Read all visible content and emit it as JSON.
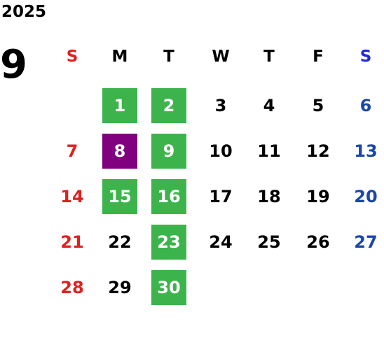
{
  "header": {
    "year": "2025",
    "month": "9"
  },
  "colors": {
    "text": "#000000",
    "sunday": "#e02020",
    "saturday": "#1a47a8",
    "saturday_header": "#1f2bd6",
    "highlight_green": "#3cb44b",
    "highlight_purple": "#800080",
    "highlight_text": "#ffffff"
  },
  "weekdays": [
    {
      "label": "S",
      "kind": "sunday"
    },
    {
      "label": "M",
      "kind": "weekday"
    },
    {
      "label": "T",
      "kind": "weekday"
    },
    {
      "label": "W",
      "kind": "weekday"
    },
    {
      "label": "T",
      "kind": "weekday"
    },
    {
      "label": "F",
      "kind": "weekday"
    },
    {
      "label": "S",
      "kind": "saturday"
    }
  ],
  "first_weekday_index": 1,
  "days": [
    {
      "day": "1",
      "highlight": "green"
    },
    {
      "day": "2",
      "highlight": "green"
    },
    {
      "day": "3",
      "highlight": null
    },
    {
      "day": "4",
      "highlight": null
    },
    {
      "day": "5",
      "highlight": null
    },
    {
      "day": "6",
      "highlight": null
    },
    {
      "day": "7",
      "highlight": null
    },
    {
      "day": "8",
      "highlight": "purple"
    },
    {
      "day": "9",
      "highlight": "green"
    },
    {
      "day": "10",
      "highlight": null
    },
    {
      "day": "11",
      "highlight": null
    },
    {
      "day": "12",
      "highlight": null
    },
    {
      "day": "13",
      "highlight": null
    },
    {
      "day": "14",
      "highlight": null
    },
    {
      "day": "15",
      "highlight": "green"
    },
    {
      "day": "16",
      "highlight": "green"
    },
    {
      "day": "17",
      "highlight": null
    },
    {
      "day": "18",
      "highlight": null
    },
    {
      "day": "19",
      "highlight": null
    },
    {
      "day": "20",
      "highlight": null
    },
    {
      "day": "21",
      "highlight": null
    },
    {
      "day": "22",
      "highlight": null
    },
    {
      "day": "23",
      "highlight": "green"
    },
    {
      "day": "24",
      "highlight": null
    },
    {
      "day": "25",
      "highlight": null
    },
    {
      "day": "26",
      "highlight": null
    },
    {
      "day": "27",
      "highlight": null
    },
    {
      "day": "28",
      "highlight": null
    },
    {
      "day": "29",
      "highlight": null
    },
    {
      "day": "30",
      "highlight": "green"
    }
  ]
}
